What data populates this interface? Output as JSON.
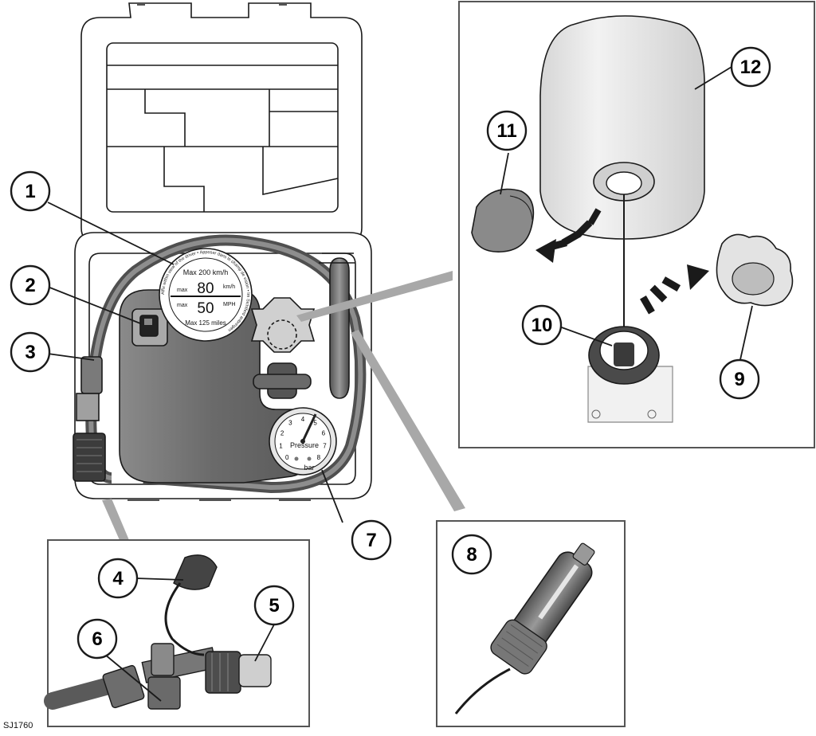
{
  "figure": {
    "reference_code": "SJ1760"
  },
  "callouts": [
    "1",
    "2",
    "3",
    "4",
    "5",
    "6",
    "7",
    "8",
    "9",
    "10",
    "11",
    "12"
  ],
  "speed_label": {
    "ring_text": "Affix within view of the driver • Apposer dans le champ de vision • Im Sichtfeld anbringen",
    "line1": "Max 200 km/h",
    "km_prefix": "max",
    "km_value": "80",
    "km_unit": "km/h",
    "mph_prefix": "max",
    "mph_value": "50",
    "mph_unit": "MPH",
    "line4": "Max 125 miles"
  },
  "pressure_gauge": {
    "title": "Pressure",
    "unit": "bar",
    "scale": [
      "0",
      "1",
      "2",
      "3",
      "4",
      "5",
      "6",
      "7",
      "8"
    ]
  },
  "colors": {
    "line": "#1a1a1a",
    "body_dark": "#6f6f6f",
    "body_mid": "#9a9a9a",
    "panel_bg": "#ffffff",
    "shade_light": "#d9d9d9"
  }
}
